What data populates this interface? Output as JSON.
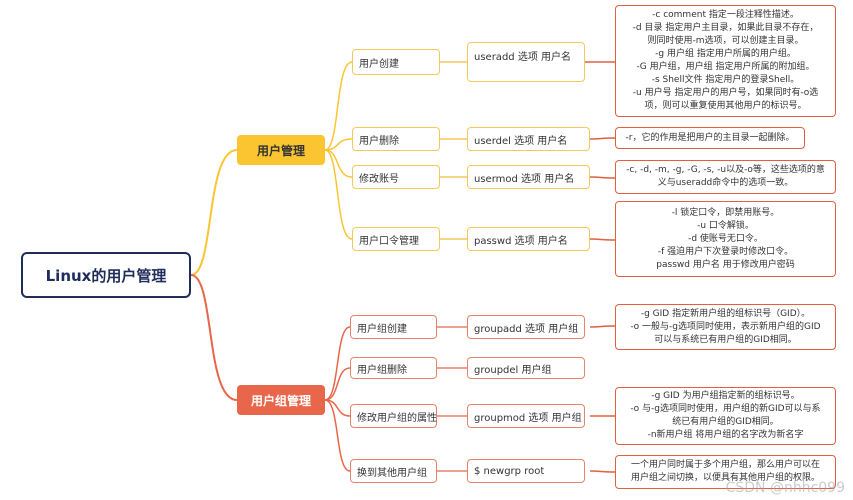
{
  "root": "Linux的用户管理",
  "branches": [
    {
      "label": "用户管理",
      "items": [
        {
          "label": "用户创建",
          "command": "useradd 选项 用户名",
          "desc": "-c comment 指定一段注释性描述。\n-d 目录 指定用户主目录，如果此目录不存在，\n则同时使用-m选项，可以创建主目录。\n-g 用户组 指定用户所属的用户组。\n-G 用户组，用户组 指定用户所属的附加组。\n-s Shell文件 指定用户的登录Shell。\n-u 用户号 指定用户的用户号，如果同时有-o选\n项，则可以重复使用其他用户的标识号。"
        },
        {
          "label": "用户删除",
          "command": "userdel 选项 用户名",
          "desc": "-r，它的作用是把用户的主目录一起删除。"
        },
        {
          "label": "修改账号",
          "command": "usermod 选项 用户名",
          "desc": "-c, -d, -m, -g, -G, -s, -u以及-o等，这些选项的意\n义与useradd命令中的选项一致。"
        },
        {
          "label": "用户口令管理",
          "command": "passwd 选项 用户名",
          "desc": "-l 锁定口令，即禁用账号。\n-u 口令解锁。\n-d 使账号无口令。\n-f 强迫用户下次登录时修改口令。\npasswd 用户名 用于修改用户密码"
        }
      ]
    },
    {
      "label": "用户组管理",
      "items": [
        {
          "label": "用户组创建",
          "command": "groupadd 选项 用户组",
          "desc": "-g GID 指定新用户组的组标识号（GID）。\n-o 一般与-g选项同时使用，表示新用户组的GID\n可以与系统已有用户组的GID相同。"
        },
        {
          "label": "用户组删除",
          "command": "groupdel 用户组",
          "desc": ""
        },
        {
          "label": "修改用户组的属性",
          "command": "groupmod 选项 用户组",
          "desc": "-g GID 为用户组指定新的组标识号。\n-o 与-g选项同时使用，用户组的新GID可以与系\n统已有用户组的GID相同。\n-n新用户组 将用户组的名字改为新名字"
        },
        {
          "label": "换到其他用户组",
          "command": "$ newgrp root",
          "desc": "一个用户同时属于多个用户组，那么用户可以在\n用户组之间切换，以便具有其他用户组的权限。"
        }
      ]
    }
  ],
  "watermark": "CSDN @nhhc099",
  "colors": {
    "root_border": "#1f2d5c",
    "branch1": "#fbc531",
    "branch2": "#e8664a",
    "desc_border": "#e0603f"
  }
}
